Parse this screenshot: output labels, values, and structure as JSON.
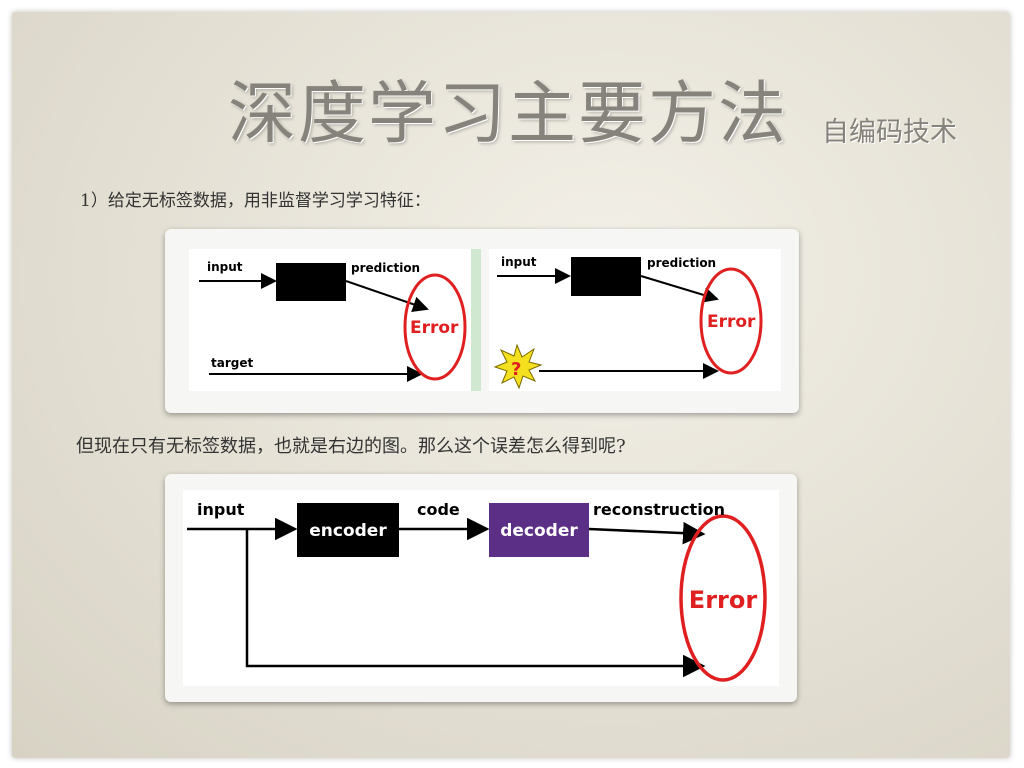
{
  "slide": {
    "title": "深度学习主要方法",
    "subtitle": "自编码技术",
    "point1": "1）给定无标签数据，用非监督学习学习特征：",
    "question": "但现在只有无标签数据，也就是右边的图。那么这个误差怎么得到呢?"
  },
  "diagram1": {
    "input": "input",
    "prediction": "prediction",
    "error": "Error",
    "target": "target"
  },
  "diagram2": {
    "input": "input",
    "prediction": "prediction",
    "error": "Error",
    "question_mark": "?"
  },
  "diagram3": {
    "input": "input",
    "encoder": "encoder",
    "code": "code",
    "decoder": "decoder",
    "reconstruction": "reconstruction",
    "error": "Error"
  },
  "colors": {
    "error_red": "#e02020",
    "decoder_purple": "#5c2f86",
    "burst_yellow": "#f5e020"
  }
}
